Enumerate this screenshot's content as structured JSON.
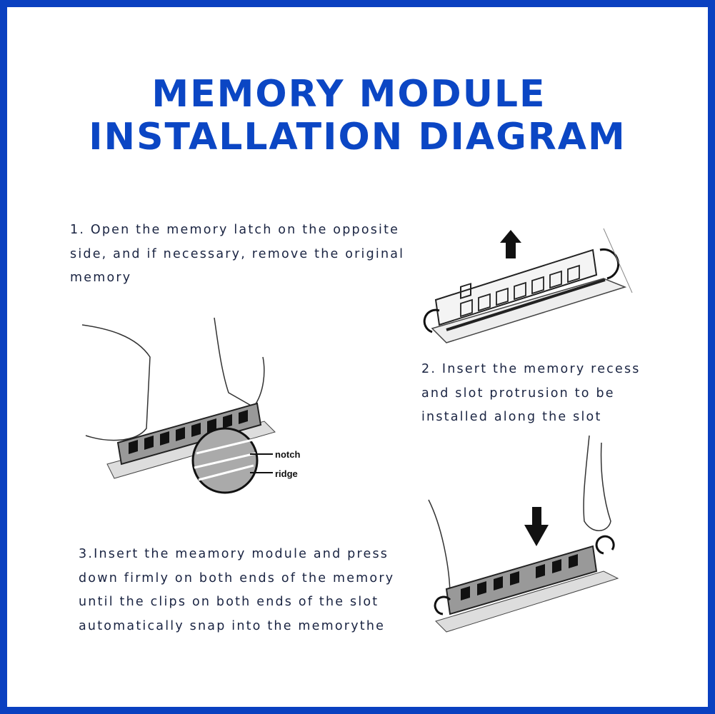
{
  "title": {
    "line1": "MEMORY MODULE",
    "line2": "INSTALLATION DIAGRAM"
  },
  "steps": [
    {
      "text": "1. Open the memory latch on the opposite side, and if necessary, remove the original memory"
    },
    {
      "text": "2. Insert the memory recess and slot protrusion to be installed along the slot"
    },
    {
      "text": "3.Insert the meamory module and press down firmly on both ends of the memory until the clips on both ends of the slot automatically snap into the memorythe"
    }
  ],
  "labels": {
    "notch": "notch",
    "ridge": "ridge"
  },
  "colors": {
    "border": "#0a40c0",
    "title": "#0b46c4",
    "text": "#1a2442"
  }
}
